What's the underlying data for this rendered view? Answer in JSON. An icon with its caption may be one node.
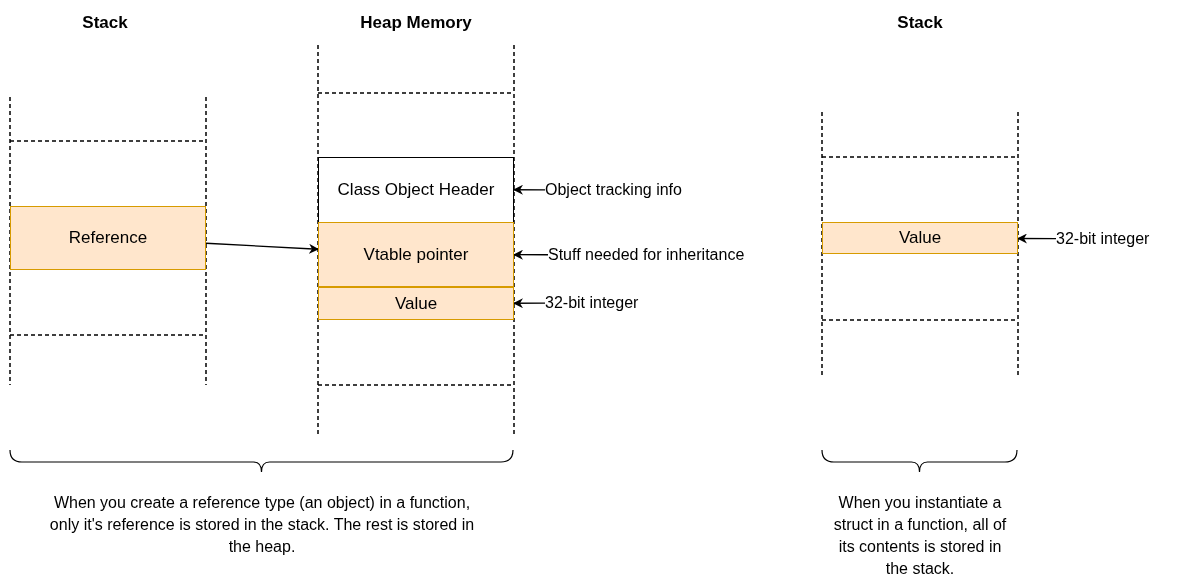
{
  "diagram": {
    "nodes": [
      {
        "text": [
          "Reference"
        ]
      },
      {
        "text": [
          "Class Object Header"
        ]
      },
      {
        "text": [
          "Vtable pointer"
        ]
      },
      {
        "text": [
          "Value"
        ]
      },
      {
        "text": [
          "Object tracking info"
        ]
      },
      {
        "text": [
          "Stuff needed for inheritance"
        ]
      },
      {
        "text": [
          "32-bit integer"
        ]
      },
      {
        "text": [
          "Value"
        ]
      },
      {
        "text": [
          "32-bit integer"
        ]
      }
    ],
    "edges": [
      {
        "from": 0,
        "to": 2,
        "arrow": "to"
      },
      {
        "from": 4,
        "to": 1,
        "arrow": "to"
      },
      {
        "from": 5,
        "to": 2,
        "arrow": "to"
      },
      {
        "from": 6,
        "to": 3,
        "arrow": "to"
      },
      {
        "from": 8,
        "to": 7,
        "arrow": "to"
      }
    ],
    "labels": [
      "Stack",
      "Heap Memory",
      "Stack",
      "When you create a reference type (an object) in a function, only it's reference is stored in the stack. The rest is stored in the heap.",
      "When you instantiate a struct in a function, all of its contents is stored in the stack."
    ]
  }
}
